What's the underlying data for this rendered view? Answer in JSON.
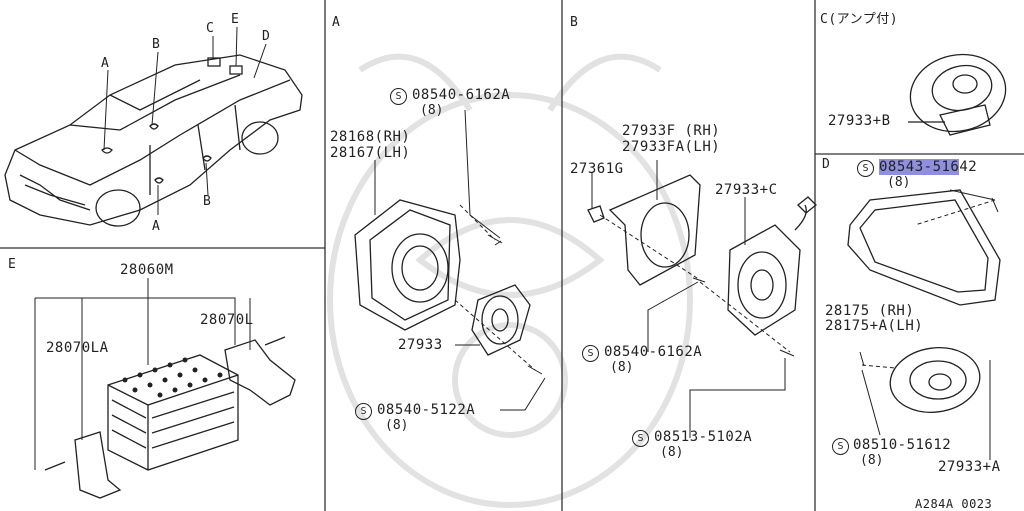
{
  "panels": {
    "A": {
      "title": "A"
    },
    "B": {
      "title": "B"
    },
    "C": {
      "title": "C(アンプ付)"
    },
    "D": {
      "title": "D"
    },
    "E": {
      "title": "E"
    }
  },
  "car_callouts": {
    "a1": "A",
    "b1": "B",
    "c": "C",
    "e": "E",
    "d": "D",
    "a2": "A",
    "b2": "B"
  },
  "parts": {
    "a_screw_top": {
      "num": "08540-6162A",
      "qty": "(8)"
    },
    "a_bracket_rh": "28168(RH)",
    "a_bracket_lh": "28167(LH)",
    "a_speaker": "27933",
    "a_screw_bottom": {
      "num": "08540-5122A",
      "qty": "(8)"
    },
    "b_bracket_rh": "27933F (RH)",
    "b_bracket_lh": "27933FA(LH)",
    "b_clip": "27361G",
    "b_speaker": "27933+C",
    "b_screw_mid": {
      "num": "08540-6162A",
      "qty": "(8)"
    },
    "b_screw_bottom": {
      "num": "08513-5102A",
      "qty": "(8)"
    },
    "c_speaker": "27933+B",
    "d_screw_top": {
      "num_hl": "08543-516",
      "num_rest": "42",
      "qty": "(8)"
    },
    "d_grille_rh": "28175 (RH)",
    "d_grille_lh": "28175+A(LH)",
    "d_screw_bottom": {
      "num": "08510-51612",
      "qty": "(8)"
    },
    "d_speaker": "27933+A",
    "e_amp": "28060M",
    "e_bracket_r": "28070L",
    "e_bracket_l": "28070LA"
  },
  "s_symbol": "S",
  "diagram_code": "A284A 0023"
}
